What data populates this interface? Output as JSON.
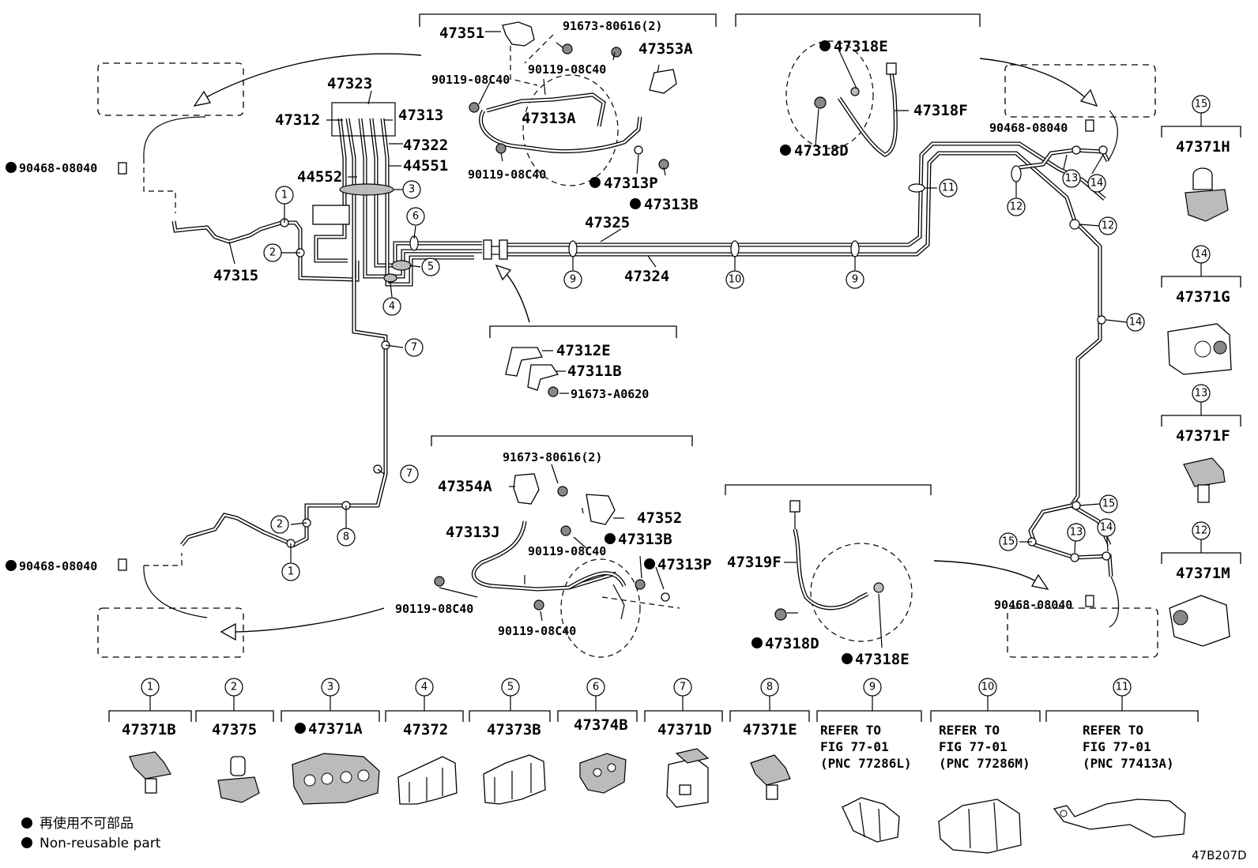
{
  "figure_code": "47B207D",
  "legend": {
    "japanese": "再使用不可部品",
    "english": "Non-reusable part"
  },
  "callouts": {
    "c47351": "47351",
    "c91673_80616_top": "91673-80616(2)",
    "c47353A": "47353A",
    "c90119_a": "90119-08C40",
    "c90119_b": "90119-08C40",
    "c47313A": "47313A",
    "c90119_c": "90119-08C40",
    "c47313P_top": "47313P",
    "c47313B_top": "47313B",
    "c47318E_top": "47318E",
    "c47318F": "47318F",
    "c47318D_top": "47318D",
    "c90468_tr": "90468-08040",
    "c90468_tl": "90468-08040",
    "c90468_bl": "90468-08040",
    "c90468_br": "90468-08040",
    "c47323": "47323",
    "c47312": "47312",
    "c47313": "47313",
    "c47322": "47322",
    "c44552": "44552",
    "c44551": "44551",
    "c47315": "47315",
    "c47325": "47325",
    "c47324": "47324",
    "c47312E": "47312E",
    "c47311B": "47311B",
    "c91673_A0620": "91673-A0620",
    "c91673_80616_bot": "91673-80616(2)",
    "c47354A": "47354A",
    "c47352": "47352",
    "c47313J": "47313J",
    "c47313B_bot": "47313B",
    "c90119_d": "90119-08C40",
    "c47313P_bot": "47313P",
    "c90119_e": "90119-08C40",
    "c90119_f": "90119-08C40",
    "c47319F": "47319F",
    "c47318D_bot": "47318D",
    "c47318E_bot": "47318E"
  },
  "clip_table": [
    {
      "num": "1",
      "part": "47371B",
      "nonreusable": false
    },
    {
      "num": "2",
      "part": "47375",
      "nonreusable": false
    },
    {
      "num": "3",
      "part": "47371A",
      "nonreusable": true
    },
    {
      "num": "4",
      "part": "47372",
      "nonreusable": false
    },
    {
      "num": "5",
      "part": "47373B",
      "nonreusable": false
    },
    {
      "num": "6",
      "part": "47374B",
      "nonreusable": false
    },
    {
      "num": "7",
      "part": "47371D",
      "nonreusable": false
    },
    {
      "num": "8",
      "part": "47371E",
      "nonreusable": false
    }
  ],
  "refer_table": [
    {
      "num": "9",
      "line1": "REFER TO",
      "line2": "FIG 77-01",
      "line3": "(PNC 77286L)"
    },
    {
      "num": "10",
      "line1": "REFER TO",
      "line2": "FIG 77-01",
      "line3": "(PNC 77286M)"
    },
    {
      "num": "11",
      "line1": "REFER TO",
      "line2": "FIG 77-01",
      "line3": "(PNC 77413A)"
    }
  ],
  "side_table": [
    {
      "num": "15",
      "part": "47371H"
    },
    {
      "num": "14",
      "part": "47371G"
    },
    {
      "num": "13",
      "part": "47371F"
    },
    {
      "num": "12",
      "part": "47371M"
    }
  ],
  "position_numbers": {
    "p1a": "1",
    "p2a": "2",
    "p3": "3",
    "p6": "6",
    "p5": "5",
    "p4": "4",
    "p7a": "7",
    "p7b": "7",
    "p2b": "2",
    "p8": "8",
    "p1b": "1",
    "p9a": "9",
    "p10": "10",
    "p9b": "9",
    "p11": "11",
    "p12a": "12",
    "p12b": "12",
    "p13a": "13",
    "p14a": "14",
    "p14b": "14",
    "p15a": "15",
    "p15b": "15",
    "p13b": "13",
    "p14c": "14"
  }
}
